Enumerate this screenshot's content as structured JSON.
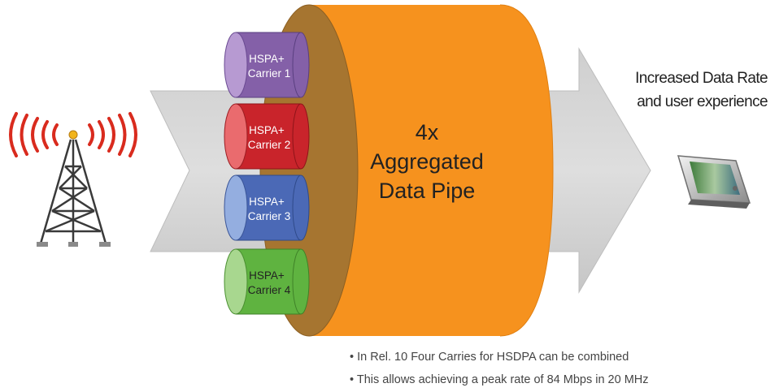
{
  "colors": {
    "arrow": "#d4d4d4",
    "pipe_orange": "#f6921e",
    "pipe_rim": "#a67530",
    "carrier_1": "#8460a8",
    "carrier_2": "#c9242b",
    "carrier_3": "#4b69b6",
    "carrier_4": "#5fb340",
    "signal_red": "#d92b1e"
  },
  "pipe": {
    "line1": "4x",
    "line2": "Aggregated",
    "line3": "Data Pipe"
  },
  "carriers": [
    {
      "line1": "HSPA+",
      "line2": "Carrier 1"
    },
    {
      "line1": "HSPA+",
      "line2": "Carrier 2"
    },
    {
      "line1": "HSPA+",
      "line2": "Carrier 3"
    },
    {
      "line1": "HSPA+",
      "line2": "Carrier 4"
    }
  ],
  "result": {
    "line1": "Increased Data Rate",
    "line2": "and user experience"
  },
  "bullets": [
    "• In Rel. 10 Four Carries for HSDPA can be combined",
    "• This allows achieving a peak rate of 84 Mbps in 20 MHz"
  ],
  "icons": [
    "cell-tower-icon",
    "smartphone-icon"
  ]
}
